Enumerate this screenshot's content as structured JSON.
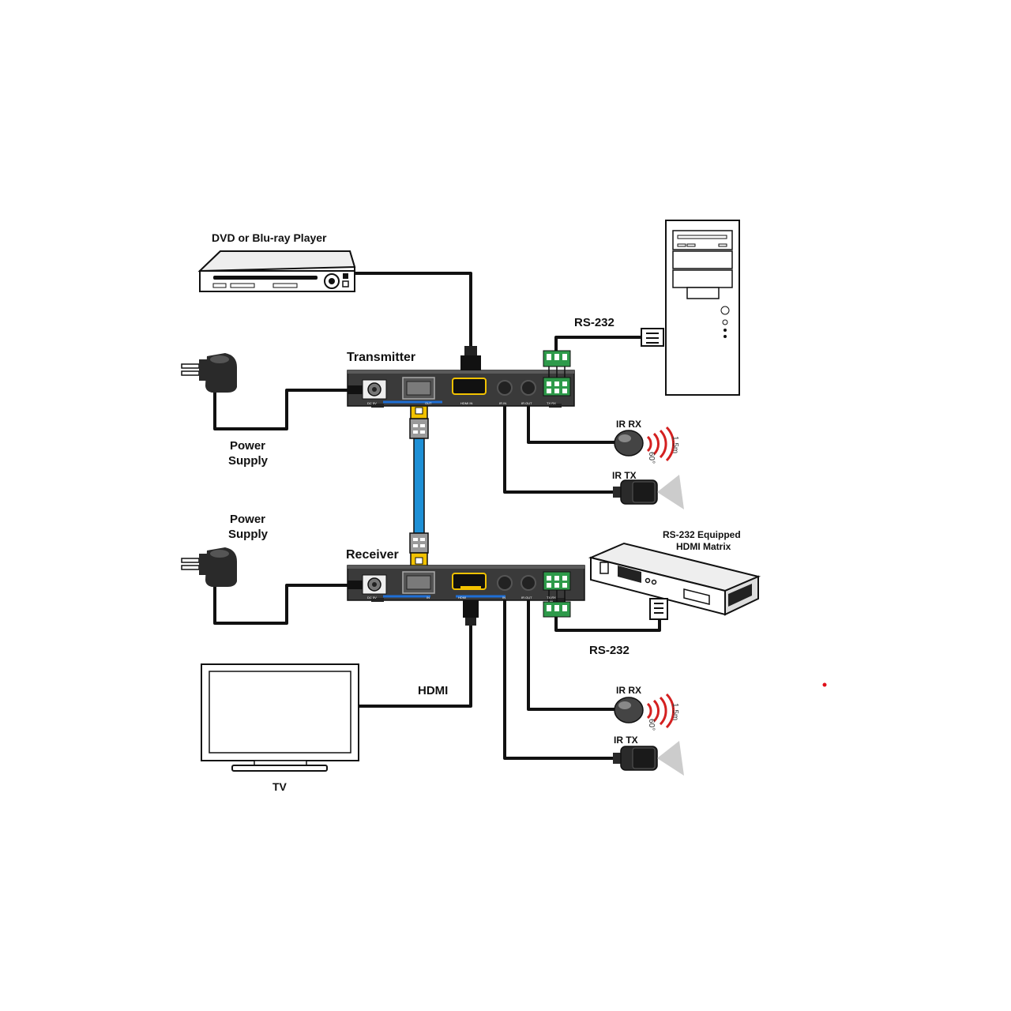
{
  "labels": {
    "dvd_player": "DVD  or  Blu-ray  Player",
    "rs232_top": "RS-232",
    "transmitter": "Transmitter",
    "power_supply_top_line1": "Power",
    "power_supply_top_line2": "Supply",
    "ir_rx_top": "IR RX",
    "ir_tx_top": "IR  TX",
    "power_supply_bottom_line1": "Power",
    "power_supply_bottom_line2": "Supply",
    "receiver": "Receiver",
    "matrix_line1": "RS-232 Equipped",
    "matrix_line2": "HDMI Matrix",
    "rs232_bottom": "RS-232",
    "hdmi": "HDMI",
    "ir_rx_bottom": "IR RX",
    "ir_tx_bottom": "IR  TX",
    "tv": "TV"
  },
  "ir_annotations": {
    "range": "1.5m",
    "angle": "60°"
  },
  "ports": {
    "tx_dc": "DC 5V",
    "tx_out": "OUT",
    "tx_hdmi": "HDMI IN",
    "tx_irin": "IR IN",
    "tx_irout": "IR OUT",
    "tx_txrx": "TX RX",
    "rx_dc": "DC 5V",
    "rx_in": "IN",
    "rx_hdmi": "HDMI",
    "rx_irin": "IN",
    "rx_irout": "IR OUT",
    "rx_txrx": "TX RX"
  },
  "colors": {
    "device_body": "#3a3a3a",
    "cable": "#111111",
    "ethernet_cable": "#1e90d6",
    "connector_yellow": "#f2c200",
    "terminal_green": "#2e9a4a",
    "ir_wave": "#d42020",
    "marker_dot": "#e0101a"
  }
}
